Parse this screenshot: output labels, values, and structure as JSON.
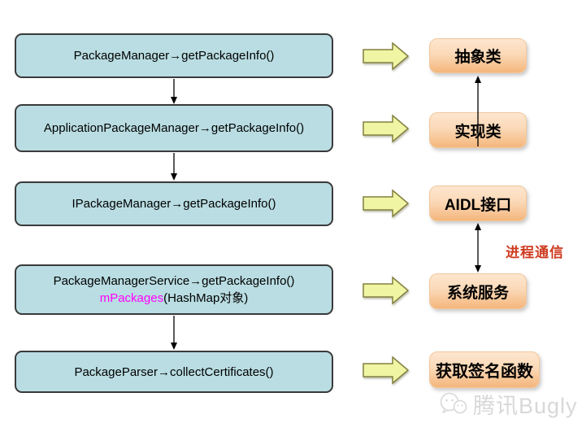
{
  "diagram": {
    "left_flow": [
      {
        "label": "PackageManager→getPackageInfo()"
      },
      {
        "label": "ApplicationPackageManager→getPackageInfo()"
      },
      {
        "label": "IPackageManager→getPackageInfo()"
      },
      {
        "line1": "PackageManagerService→getPackageInfo()",
        "line2_highlight": "mPackages",
        "line2_rest": "(HashMap对象)"
      },
      {
        "label": "PackageParser→collectCertificates()"
      }
    ],
    "right_flow": [
      {
        "label": "抽象类"
      },
      {
        "label": "实现类"
      },
      {
        "label": "AIDL接口"
      },
      {
        "label": "系统服务"
      },
      {
        "label": "获取签名函数"
      }
    ],
    "annotation": "进程通信",
    "watermark": "腾讯Bugly",
    "colors": {
      "left_box_fill": "#b9dde2",
      "left_box_border": "#3a3a3a",
      "block_arrow_fill": "#f0f5a3",
      "block_arrow_border": "#82803f",
      "right_box_gradient_top": "#fde6cf",
      "right_box_gradient_bottom": "#f4b67c",
      "highlight_magenta": "#ff00ff",
      "annotation_red": "#ce3a1f",
      "watermark_gray": "#d8d8d8",
      "connector_black": "#000000"
    }
  }
}
